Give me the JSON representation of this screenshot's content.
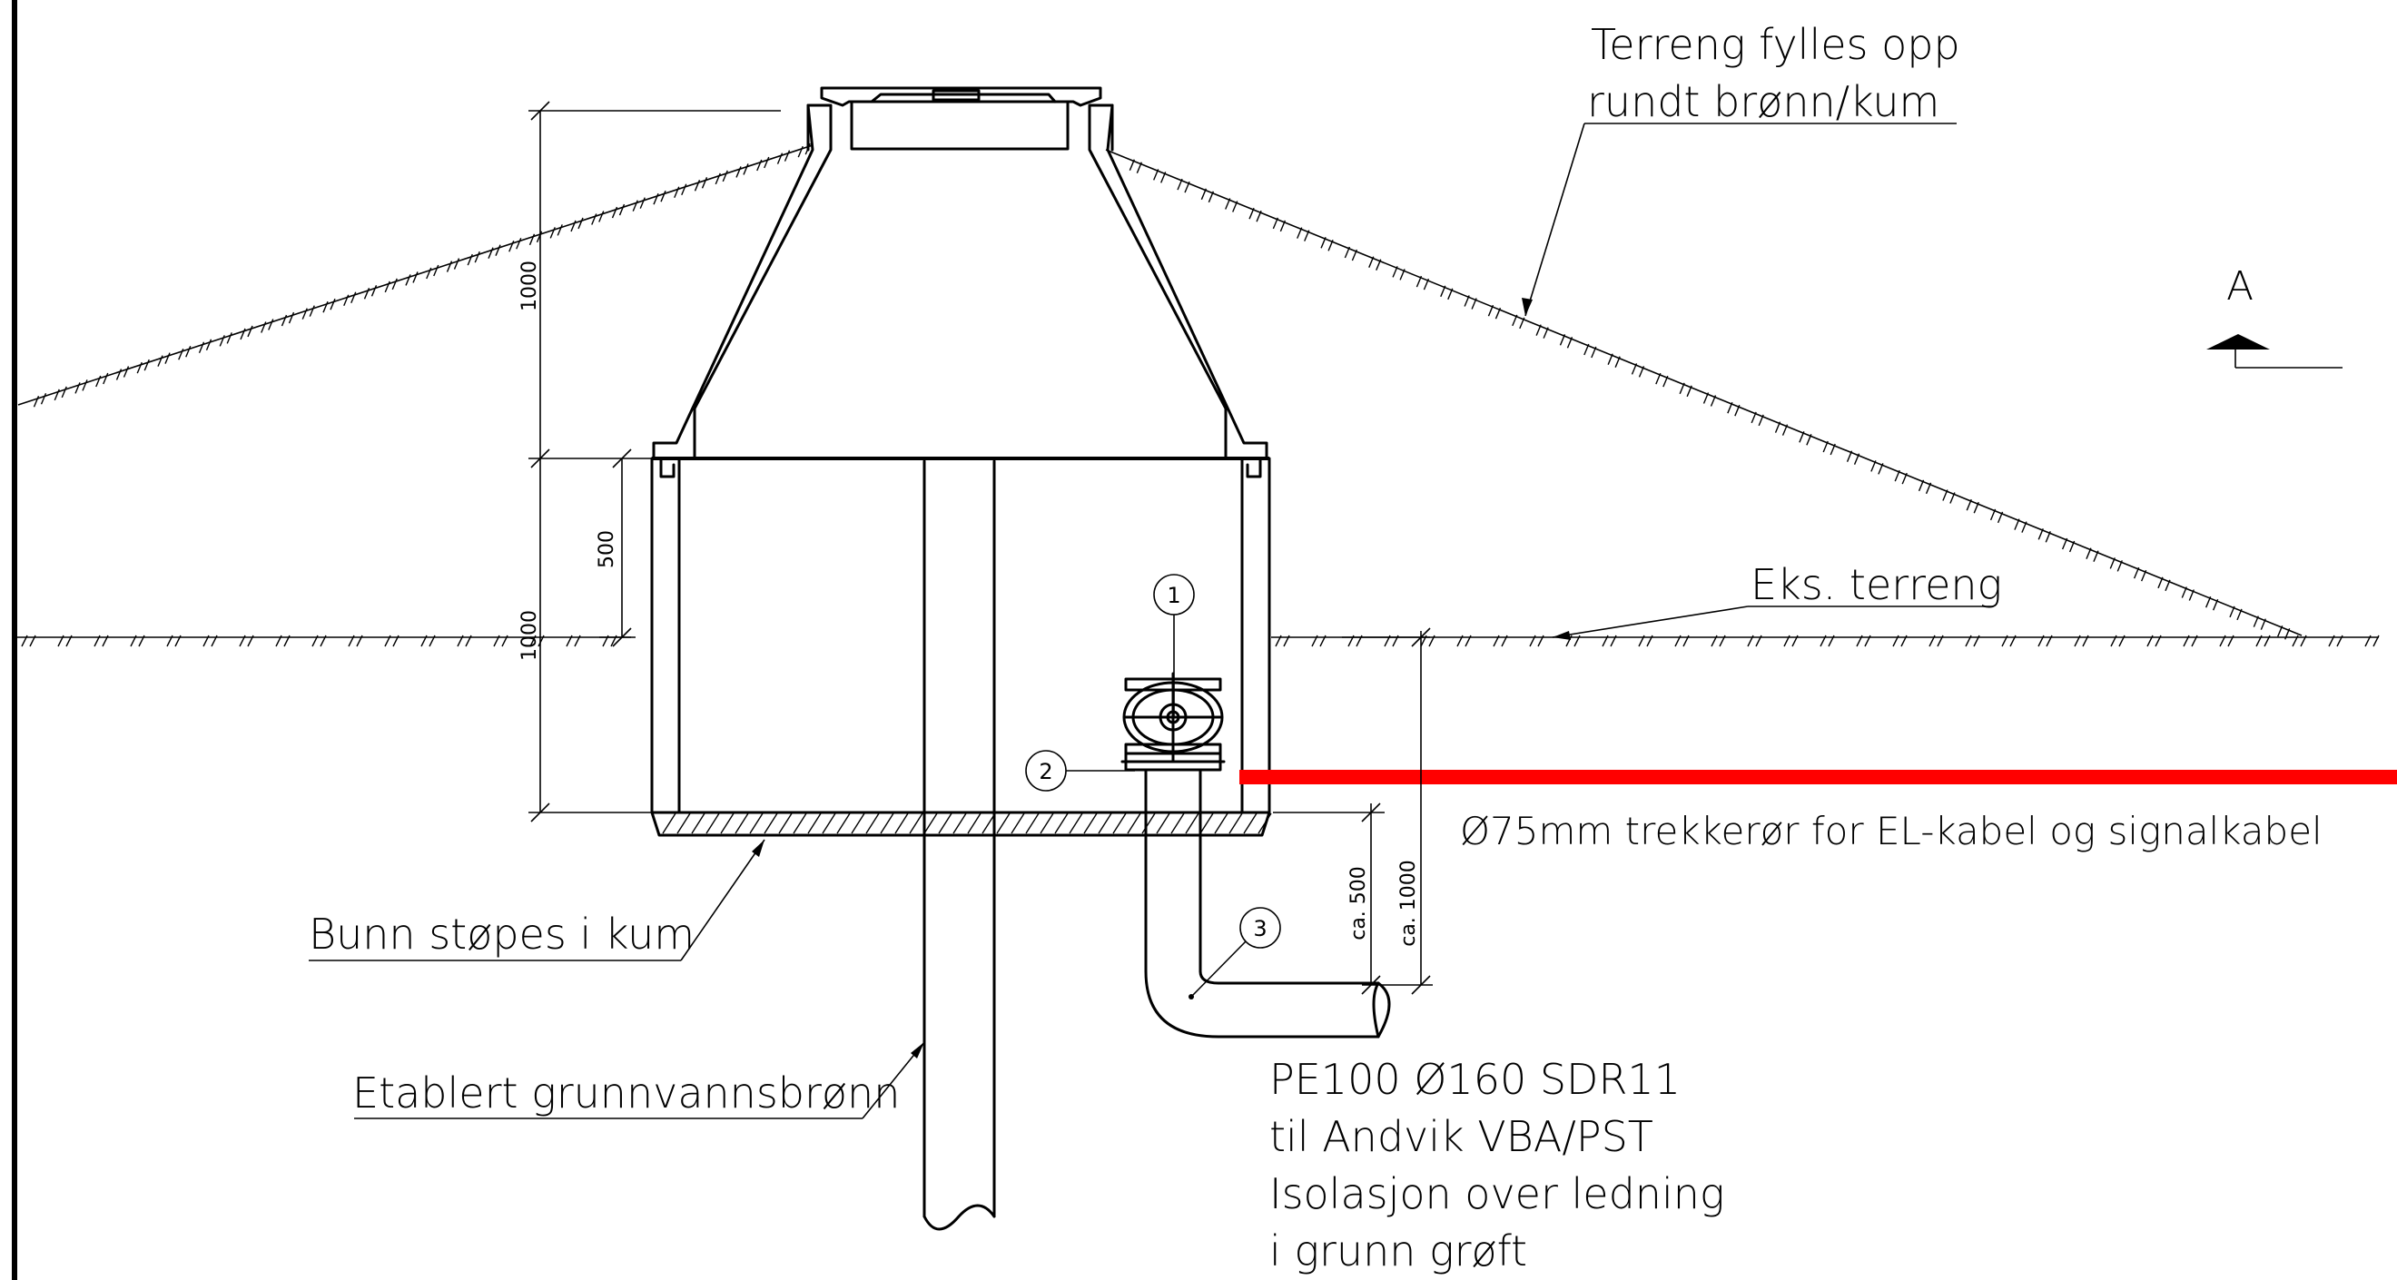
{
  "labels": {
    "terrain_fill_line1": "Terreng fylles opp",
    "terrain_fill_line2": "rundt brønn/kum",
    "existing_terrain": "Eks. terreng",
    "section_letter": "A",
    "cable_pipe": "Ø75mm trekkerør for EL-kabel og signalkabel",
    "bottom_cast": "Bunn støpes i kum",
    "groundwater_well": "Etablert grunnvannsbrønn",
    "pipe_spec_line1": "PE100 Ø160 SDR11",
    "pipe_spec_line2": "til Andvik VBA/PST",
    "pipe_spec_line3": "Isolasjon over ledning",
    "pipe_spec_line4": "i grunn grøft"
  },
  "dimensions": {
    "cone_height": "1000",
    "upper_ring": "500",
    "chamber_height": "1000",
    "pipe_depth": "ca. 500",
    "trench_depth": "ca. 1000"
  },
  "callouts": {
    "valve": "1",
    "flange": "2",
    "bend": "3"
  },
  "colors": {
    "line": "#000000",
    "cable_pipe": "#ff0000",
    "background": "#ffffff"
  }
}
